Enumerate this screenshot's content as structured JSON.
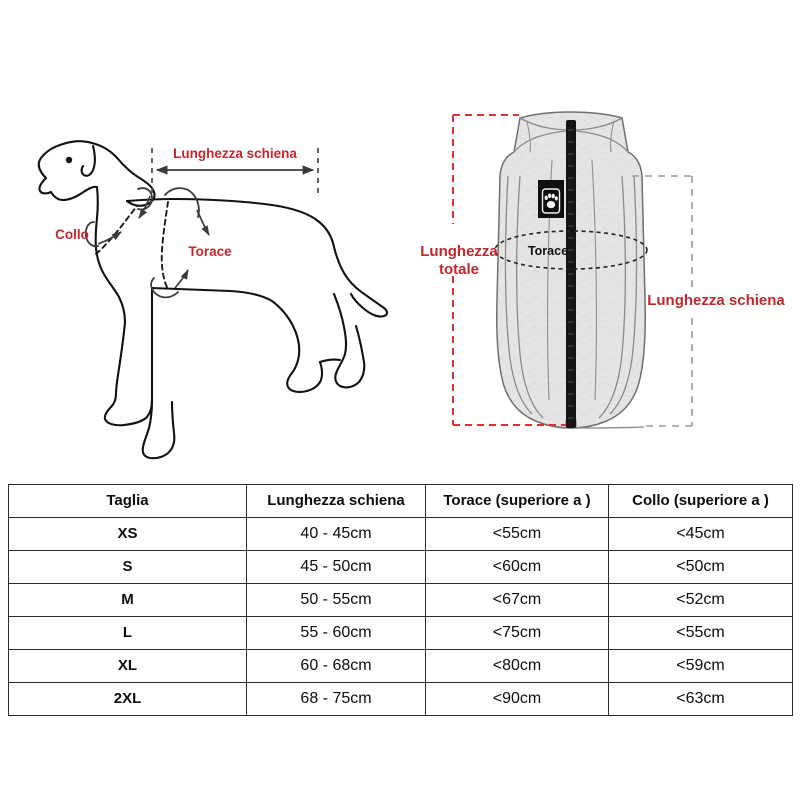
{
  "dog_diagram": {
    "labels": {
      "back_length": "Lunghezza schiena",
      "neck": "Collo",
      "chest": "Torace"
    }
  },
  "jacket_diagram": {
    "labels": {
      "total_length_line1": "Lunghezza",
      "total_length_line2": "totale",
      "back_length": "Lunghezza schiena",
      "chest": "Torace"
    },
    "logo": "paw-print-icon"
  },
  "colors": {
    "red_label": "#c1272d",
    "red_dash": "#e03030",
    "gray_dash": "#9a9a9a",
    "outline": "#111111",
    "table_border": "#2b2b2b"
  },
  "table": {
    "headers": [
      "Taglia",
      "Lunghezza schiena",
      "Torace (superiore a )",
      "Collo (superiore a )"
    ],
    "rows": [
      {
        "size": "XS",
        "back": "40 - 45cm",
        "chest": "<55cm",
        "neck": "<45cm"
      },
      {
        "size": "S",
        "back": "45 - 50cm",
        "chest": "<60cm",
        "neck": "<50cm"
      },
      {
        "size": "M",
        "back": "50 - 55cm",
        "chest": "<67cm",
        "neck": "<52cm"
      },
      {
        "size": "L",
        "back": "55 - 60cm",
        "chest": "<75cm",
        "neck": "<55cm"
      },
      {
        "size": "XL",
        "back": "60 - 68cm",
        "chest": "<80cm",
        "neck": "<59cm"
      },
      {
        "size": "2XL",
        "back": "68 - 75cm",
        "chest": "<90cm",
        "neck": "<63cm"
      }
    ]
  }
}
